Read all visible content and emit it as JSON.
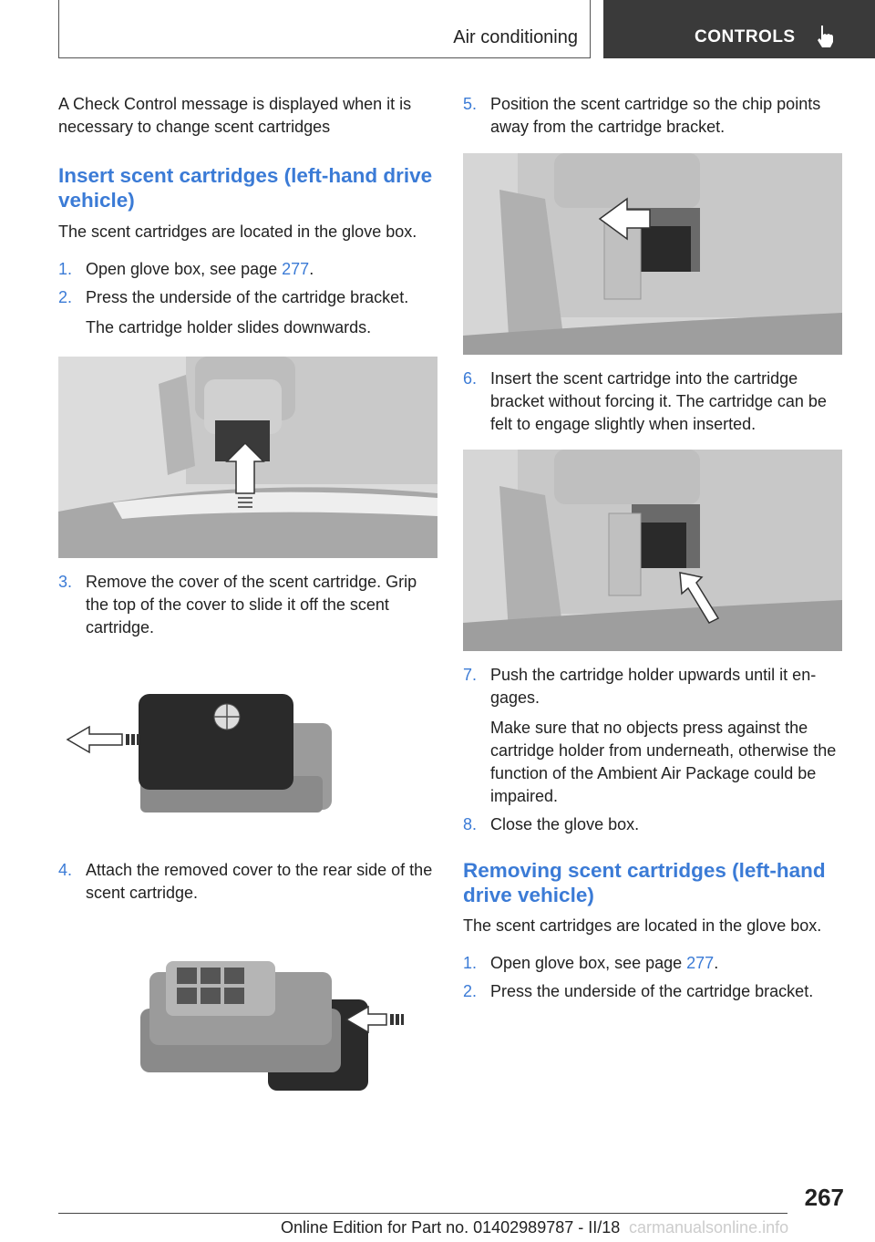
{
  "header": {
    "section": "Air conditioning",
    "tab_label": "CONTROLS",
    "tab_icon": "pointing-hand-icon"
  },
  "left": {
    "intro": "A Check Control message is displayed when it is necessary to change scent cartridges",
    "heading": "Insert scent cartridges (left-hand drive vehicle)",
    "location": "The scent cartridges are located in the glove box.",
    "steps": [
      {
        "num": "1.",
        "text_before": "Open glove box, see page ",
        "page": "277",
        "text_after": "."
      },
      {
        "num": "2.",
        "text": "Press the underside of the cartridge bracket.",
        "sub": "The cartridge holder slides downwards."
      },
      {
        "num": "3.",
        "text": "Remove the cover of the scent cartridge. Grip the top of the cover to slide it off the scent cartridge."
      },
      {
        "num": "4.",
        "text": "Attach the removed cover to the rear side of the scent cartridge."
      }
    ]
  },
  "right": {
    "steps": [
      {
        "num": "5.",
        "text": "Position the scent cartridge so the chip points away from the cartridge bracket."
      },
      {
        "num": "6.",
        "text": "Insert the scent cartridge into the cartridge bracket without forcing it. The cartridge can be felt to engage slightly when inserted."
      },
      {
        "num": "7.",
        "text": "Push the cartridge holder upwards until it en‐gages.",
        "sub": "Make sure that no objects press against the cartridge holder from underneath, otherwise the function of the Ambient Air Package could be impaired."
      },
      {
        "num": "8.",
        "text": "Close the glove box."
      }
    ],
    "heading": "Removing scent cartridges (left-hand drive vehicle)",
    "location": "The scent cartridges are located in the glove box.",
    "steps2": [
      {
        "num": "1.",
        "text_before": "Open glove box, see page ",
        "page": "277",
        "text_after": "."
      },
      {
        "num": "2.",
        "text": "Press the underside of the cartridge bracket."
      }
    ]
  },
  "footer": {
    "page_number": "267",
    "edition": "Online Edition for Part no. 01402989787 - II/18",
    "watermark": "carmanualsonline.info"
  },
  "colors": {
    "accent": "#3b7bd6",
    "tab_bg": "#3a3a3a"
  }
}
